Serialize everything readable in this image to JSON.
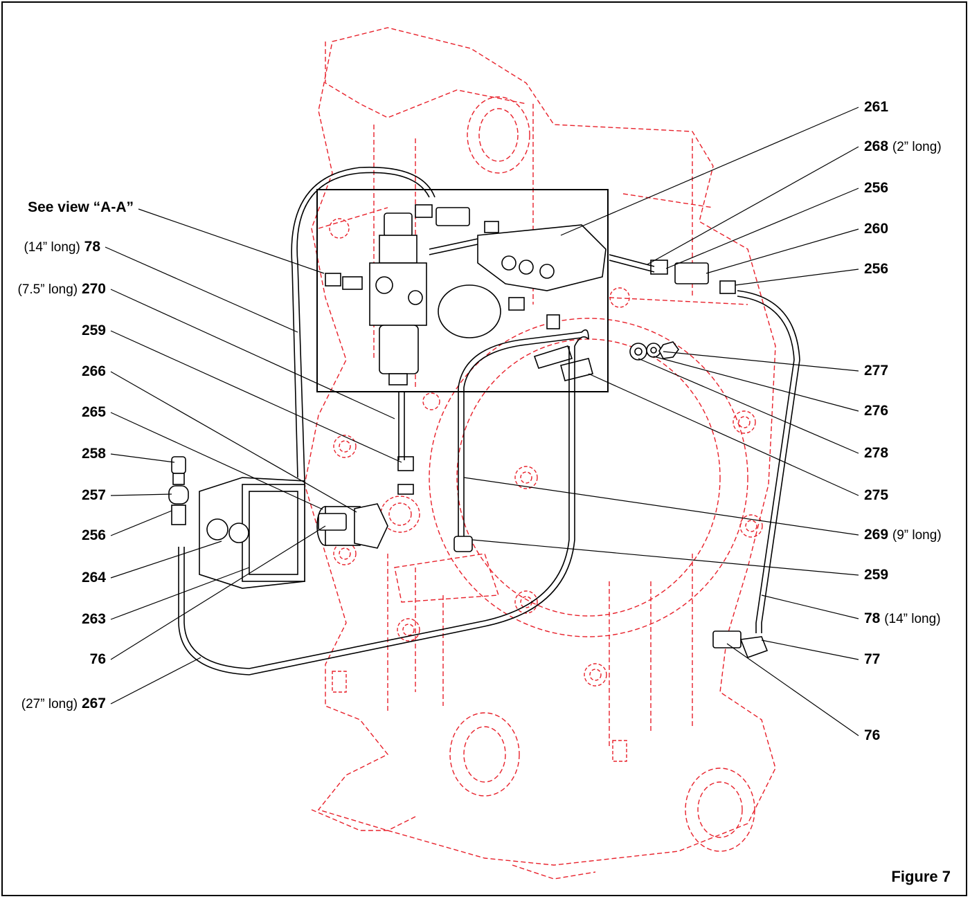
{
  "figure": {
    "title": "Figure 7",
    "callouts_left": [
      {
        "id": "see-view",
        "number": "See view “A-A”",
        "note": ""
      },
      {
        "id": "78-left",
        "number": "78",
        "note": "(14” long)"
      },
      {
        "id": "270",
        "number": "270",
        "note": "(7.5” long)"
      },
      {
        "id": "259-left",
        "number": "259",
        "note": ""
      },
      {
        "id": "266",
        "number": "266",
        "note": ""
      },
      {
        "id": "265",
        "number": "265",
        "note": ""
      },
      {
        "id": "258",
        "number": "258",
        "note": ""
      },
      {
        "id": "257",
        "number": "257",
        "note": ""
      },
      {
        "id": "256-left",
        "number": "256",
        "note": ""
      },
      {
        "id": "264",
        "number": "264",
        "note": ""
      },
      {
        "id": "263",
        "number": "263",
        "note": ""
      },
      {
        "id": "76-left",
        "number": "76",
        "note": ""
      },
      {
        "id": "267",
        "number": "267",
        "note": "(27” long)"
      }
    ],
    "callouts_right": [
      {
        "id": "261",
        "number": "261",
        "note": ""
      },
      {
        "id": "268",
        "number": "268",
        "note": "(2” long)"
      },
      {
        "id": "256-top",
        "number": "256",
        "note": ""
      },
      {
        "id": "260",
        "number": "260",
        "note": ""
      },
      {
        "id": "256-mid",
        "number": "256",
        "note": ""
      },
      {
        "id": "277",
        "number": "277",
        "note": ""
      },
      {
        "id": "276",
        "number": "276",
        "note": ""
      },
      {
        "id": "278",
        "number": "278",
        "note": ""
      },
      {
        "id": "275",
        "number": "275",
        "note": ""
      },
      {
        "id": "269",
        "number": "269",
        "note": "(9” long)"
      },
      {
        "id": "259-right",
        "number": "259",
        "note": ""
      },
      {
        "id": "78-right",
        "number": "78",
        "note": "(14” long)"
      },
      {
        "id": "77",
        "number": "77",
        "note": ""
      },
      {
        "id": "76-right",
        "number": "76",
        "note": ""
      }
    ]
  },
  "colors": {
    "outline": "#000000",
    "pump_hidden": "#e8202a"
  }
}
